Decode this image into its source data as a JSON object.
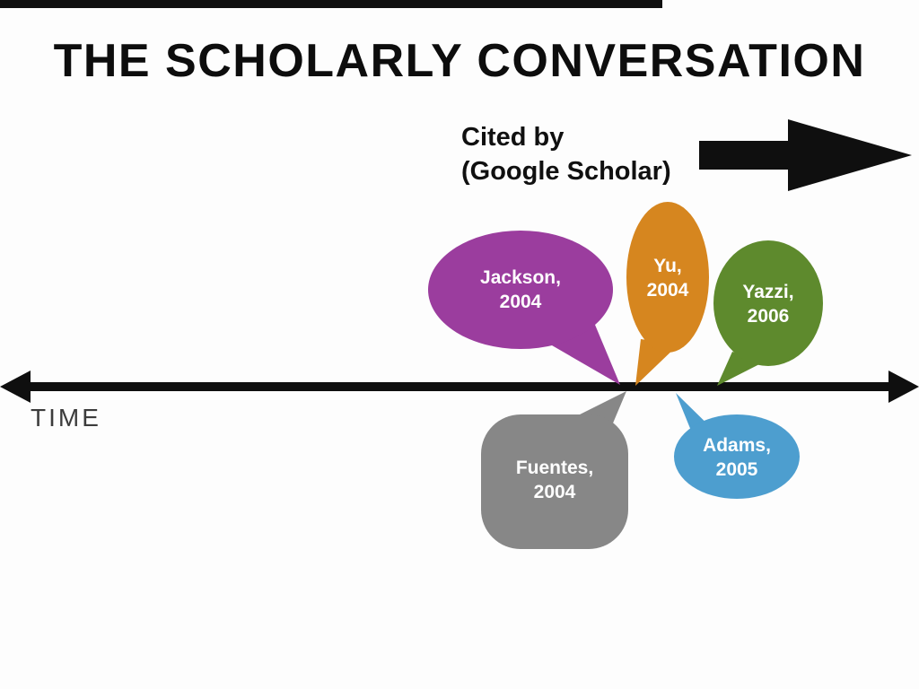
{
  "slide": {
    "title": "THE SCHOLARLY CONVERSATION",
    "cited_by": {
      "line1": "Cited by",
      "line2": "(Google Scholar)"
    },
    "time_label": "TIME"
  },
  "colors": {
    "ink": "#0f0f0f",
    "purple": "#9b3d9e",
    "orange": "#d6861f",
    "green": "#5e8a2d",
    "gray": "#878787",
    "blue": "#4d9ecf"
  },
  "bubbles": [
    {
      "id": "jackson-2004",
      "line1": "Jackson,",
      "line2": "2004",
      "color": "#9b3d9e",
      "side": "above-timeline",
      "shape": "ellipse"
    },
    {
      "id": "yu-2004",
      "line1": "Yu,",
      "line2": "2004",
      "color": "#d6861f",
      "side": "above-timeline",
      "shape": "ellipse"
    },
    {
      "id": "yazzi-2006",
      "line1": "Yazzi,",
      "line2": "2006",
      "color": "#5e8a2d",
      "side": "above-timeline",
      "shape": "ellipse"
    },
    {
      "id": "fuentes-2004",
      "line1": "Fuentes,",
      "line2": "2004",
      "color": "#878787",
      "side": "below-timeline",
      "shape": "rounded-square"
    },
    {
      "id": "adams-2005",
      "line1": "Adams,",
      "line2": "2005",
      "color": "#4d9ecf",
      "side": "below-timeline",
      "shape": "ellipse"
    }
  ]
}
